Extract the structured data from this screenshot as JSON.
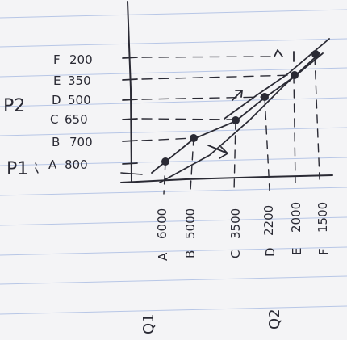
{
  "y_axis": {
    "label": "P2",
    "rows": [
      {
        "letter": "F",
        "value": "200"
      },
      {
        "letter": "E",
        "value": "350"
      },
      {
        "letter": "D",
        "value": "500"
      },
      {
        "letter": "C",
        "value": "650"
      },
      {
        "letter": "B",
        "value": "700"
      },
      {
        "letter": "A",
        "value": "800"
      }
    ],
    "p1_label": "P1"
  },
  "x_axis": {
    "columns": [
      {
        "letter": "A",
        "value": "6000"
      },
      {
        "letter": "B",
        "value": "5000"
      },
      {
        "letter": "C",
        "value": "3500"
      },
      {
        "letter": "D",
        "value": "2200"
      },
      {
        "letter": "E",
        "value": "2000"
      },
      {
        "letter": "F",
        "value": "1500"
      }
    ],
    "q1_label": "Q1",
    "q2_label": "Q2"
  },
  "notebook": {
    "line_color": "#b7c6e6",
    "ink_color": "#2a2a34"
  }
}
